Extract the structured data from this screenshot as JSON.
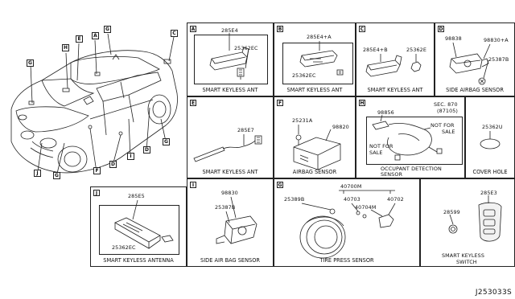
{
  "car": {
    "callouts": [
      "G",
      "H",
      "E",
      "A",
      "G",
      "C",
      "J",
      "G",
      "F",
      "D",
      "I",
      "D",
      "G"
    ]
  },
  "cells": {
    "A": {
      "letter": "A",
      "part": "285E4",
      "sub": "25362EC",
      "title": "SMART KEYLESS ANT"
    },
    "B": {
      "letter": "B",
      "part": "285E4+A",
      "sub": "25362EC",
      "title": "SMART KEYLESS ANT"
    },
    "C": {
      "letter": "C",
      "part": "285E4+B",
      "sub": "25362E",
      "title": "SMART KEYLESS ANT"
    },
    "D": {
      "letter": "D",
      "part1": "98838",
      "part2": "98830+A",
      "sub": "25387B",
      "title": "SIDE AIRBAG SENSOR"
    },
    "E": {
      "letter": "E",
      "part": "285E7",
      "title": "SMART KEYLESS ANT"
    },
    "F": {
      "letter": "F",
      "part1": "25231A",
      "part2": "98820",
      "title": "AIRBAG SENSOR"
    },
    "H": {
      "letter": "H",
      "part": "98856",
      "sec1": "SEC. 870",
      "sec2": "(87105)",
      "nfs1a": "NOT FOR",
      "nfs1b": "SALE",
      "nfs2a": "NOT FOR",
      "nfs2b": "SALE",
      "title1": "OCCUPANT DETECTION",
      "title2": "SENSOR"
    },
    "cover": {
      "part": "25362U",
      "title": "COVER HOLE"
    },
    "J": {
      "letter": "J",
      "part": "285E5",
      "sub": "25362EC",
      "title": "SMART KEYLESS ANTENNA"
    },
    "I": {
      "letter": "I",
      "part1": "98830",
      "part2": "25387B",
      "title": "SIDE AIR BAG SENSOR"
    },
    "G": {
      "letter": "G",
      "top": "40700M",
      "p1": "25389B",
      "p2": "40703",
      "p3": "40704M",
      "p4": "40702",
      "title": "TIRE PRESS SENSOR"
    },
    "K": {
      "part1": "285E3",
      "part2": "28599",
      "title1": "SMART KEYLESS",
      "title2": "SWITCH"
    }
  },
  "diagram_id": "J253033S"
}
